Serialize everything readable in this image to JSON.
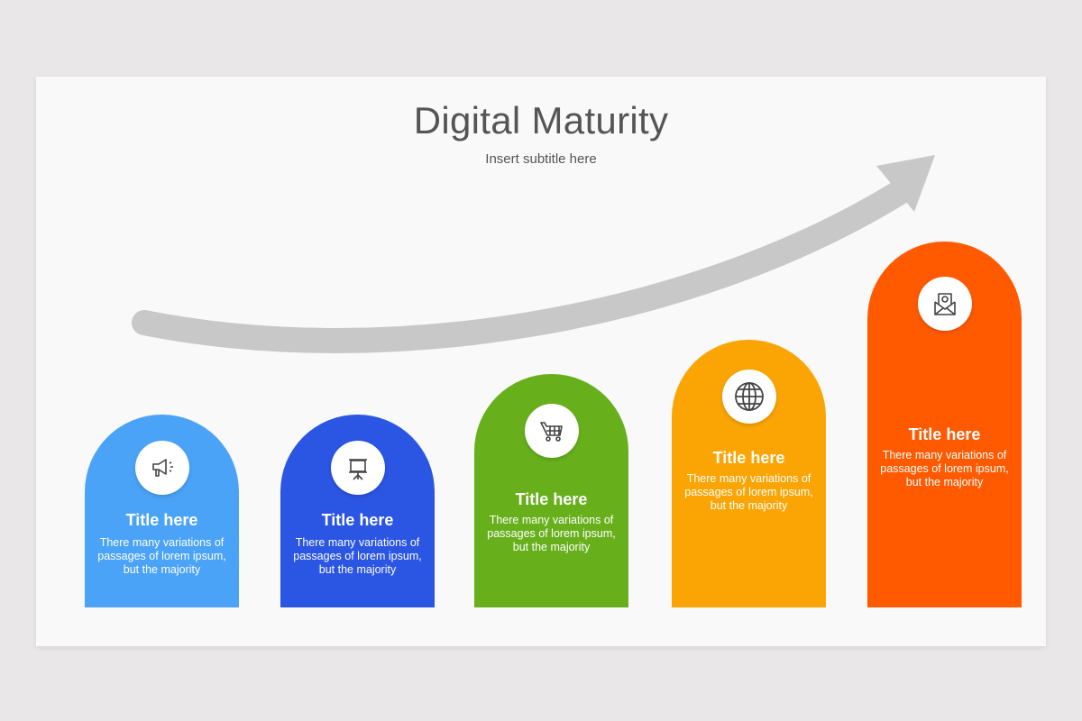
{
  "slide": {
    "title": "Digital Maturity",
    "subtitle": "Insert subtitle here",
    "background_color": "#f9f9f9",
    "arrow_color": "#c8c8c8"
  },
  "steps": [
    {
      "title": "Title here",
      "text": "There many variations of passages of lorem ipsum, but the majority",
      "icon": "megaphone-icon",
      "color": "#4aa3f7"
    },
    {
      "title": "Title here",
      "text": "There many variations of passages of lorem ipsum, but the majority",
      "icon": "presentation-board-icon",
      "color": "#2b55e3"
    },
    {
      "title": "Title here",
      "text": "There many variations of passages of lorem ipsum, but the majority",
      "icon": "shopping-cart-icon",
      "color": "#67b01c"
    },
    {
      "title": "Title here",
      "text": "There many variations of passages of lorem ipsum, but the majority",
      "icon": "globe-icon",
      "color": "#fba505"
    },
    {
      "title": "Title here",
      "text": "There many variations of passages of lorem ipsum, but the majority",
      "icon": "email-envelope-icon",
      "color": "#ff5a00"
    }
  ]
}
